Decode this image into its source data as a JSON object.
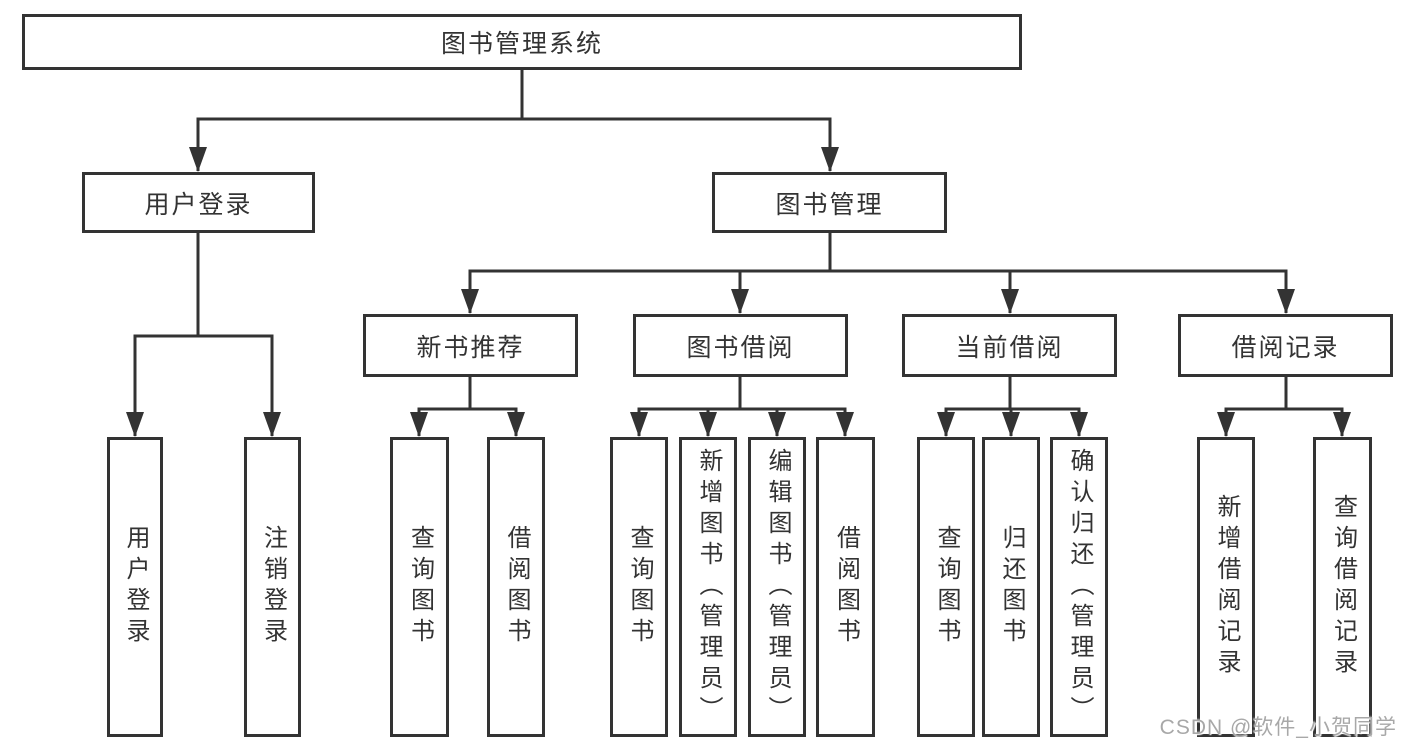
{
  "tree": {
    "label": "图书管理系统",
    "children": [
      {
        "label": "用户登录",
        "children": [
          {
            "label": "用户登录"
          },
          {
            "label": "注销登录"
          }
        ]
      },
      {
        "label": "图书管理",
        "children": [
          {
            "label": "新书推荐",
            "children": [
              {
                "label": "查询图书"
              },
              {
                "label": "借阅图书"
              }
            ]
          },
          {
            "label": "图书借阅",
            "children": [
              {
                "label": "查询图书"
              },
              {
                "label": "新增图书（管理员）"
              },
              {
                "label": "编辑图书（管理员）"
              },
              {
                "label": "借阅图书"
              }
            ]
          },
          {
            "label": "当前借阅",
            "children": [
              {
                "label": "查询图书"
              },
              {
                "label": "归还图书"
              },
              {
                "label": "确认归还（管理员）"
              }
            ]
          },
          {
            "label": "借阅记录",
            "children": [
              {
                "label": "新增借阅记录"
              },
              {
                "label": "查询借阅记录"
              }
            ]
          }
        ]
      }
    ]
  },
  "watermark": {
    "text": "CSDN @软件_小贺同学"
  },
  "colors": {
    "line": "#333333",
    "text": "#333333",
    "background": "#ffffff",
    "watermark": "#a8a8a8"
  }
}
